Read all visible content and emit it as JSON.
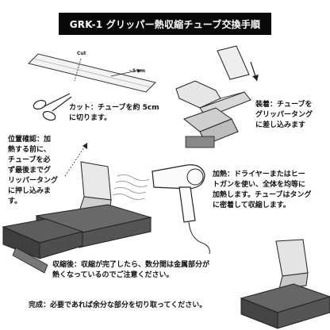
{
  "title": "GRK-1 グリッパー熱収縮チューブ交換手順",
  "step1": {
    "label_cut": "Cut",
    "label_len": "~5 cm",
    "line1": "カット：チューブを約 5cm",
    "line2": "に切ります。"
  },
  "step2": {
    "line1": "装着：チューブを",
    "line2": "グリッパータング",
    "line3": "に差し込みます"
  },
  "step3": {
    "lines": [
      "位置確認：加",
      "熱する前に、",
      "チューブを必",
      "ず最後までグ",
      "リッパータング",
      "に押し込みま",
      "す。"
    ]
  },
  "step4": {
    "lines": [
      "加熱：ドライヤーまたはヒー",
      "トガンを使い、全体を均等に",
      "加熱します。チューブはタング",
      "に密着して収縮します。"
    ]
  },
  "step5": {
    "line1": "収縮後：収縮が完了したら、数分間は金属部分が",
    "line2": "熱くなっているのでご注意ください。"
  },
  "step6": {
    "line1": "完成：必要であれば余分な部分を切り取ってください。"
  }
}
